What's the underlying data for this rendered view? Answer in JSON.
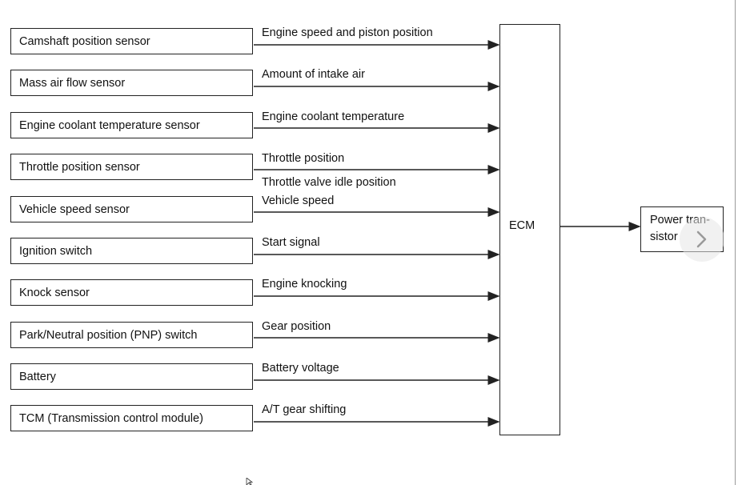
{
  "diagram": {
    "inputs": [
      {
        "label": "Camshaft position sensor",
        "signals": [
          "Engine speed and piston position"
        ]
      },
      {
        "label": "Mass air flow sensor",
        "signals": [
          "Amount of intake air"
        ]
      },
      {
        "label": "Engine coolant temperature sensor",
        "signals": [
          "Engine coolant temperature"
        ]
      },
      {
        "label": "Throttle position sensor",
        "signals": [
          "Throttle position",
          "Throttle valve idle position"
        ]
      },
      {
        "label": "Vehicle speed sensor",
        "signals": [
          "Vehicle speed"
        ]
      },
      {
        "label": "Ignition switch",
        "signals": [
          "Start signal"
        ]
      },
      {
        "label": "Knock sensor",
        "signals": [
          "Engine knocking"
        ]
      },
      {
        "label": "Park/Neutral position (PNP) switch",
        "signals": [
          "Gear position"
        ]
      },
      {
        "label": "Battery",
        "signals": [
          "Battery voltage"
        ]
      },
      {
        "label": "TCM (Transmission control module)",
        "signals": [
          "A/T gear shifting"
        ]
      }
    ],
    "ecm": {
      "label": "ECM"
    },
    "output": {
      "line1": "Power tran-",
      "line2": "sistor"
    }
  },
  "icons": {
    "nav": "chevron-right-icon",
    "cursor": "mouse-pointer-icon"
  },
  "colors": {
    "line": "#222222",
    "nav_button": "#e6e6e6",
    "chevron": "#9a9a9a"
  }
}
